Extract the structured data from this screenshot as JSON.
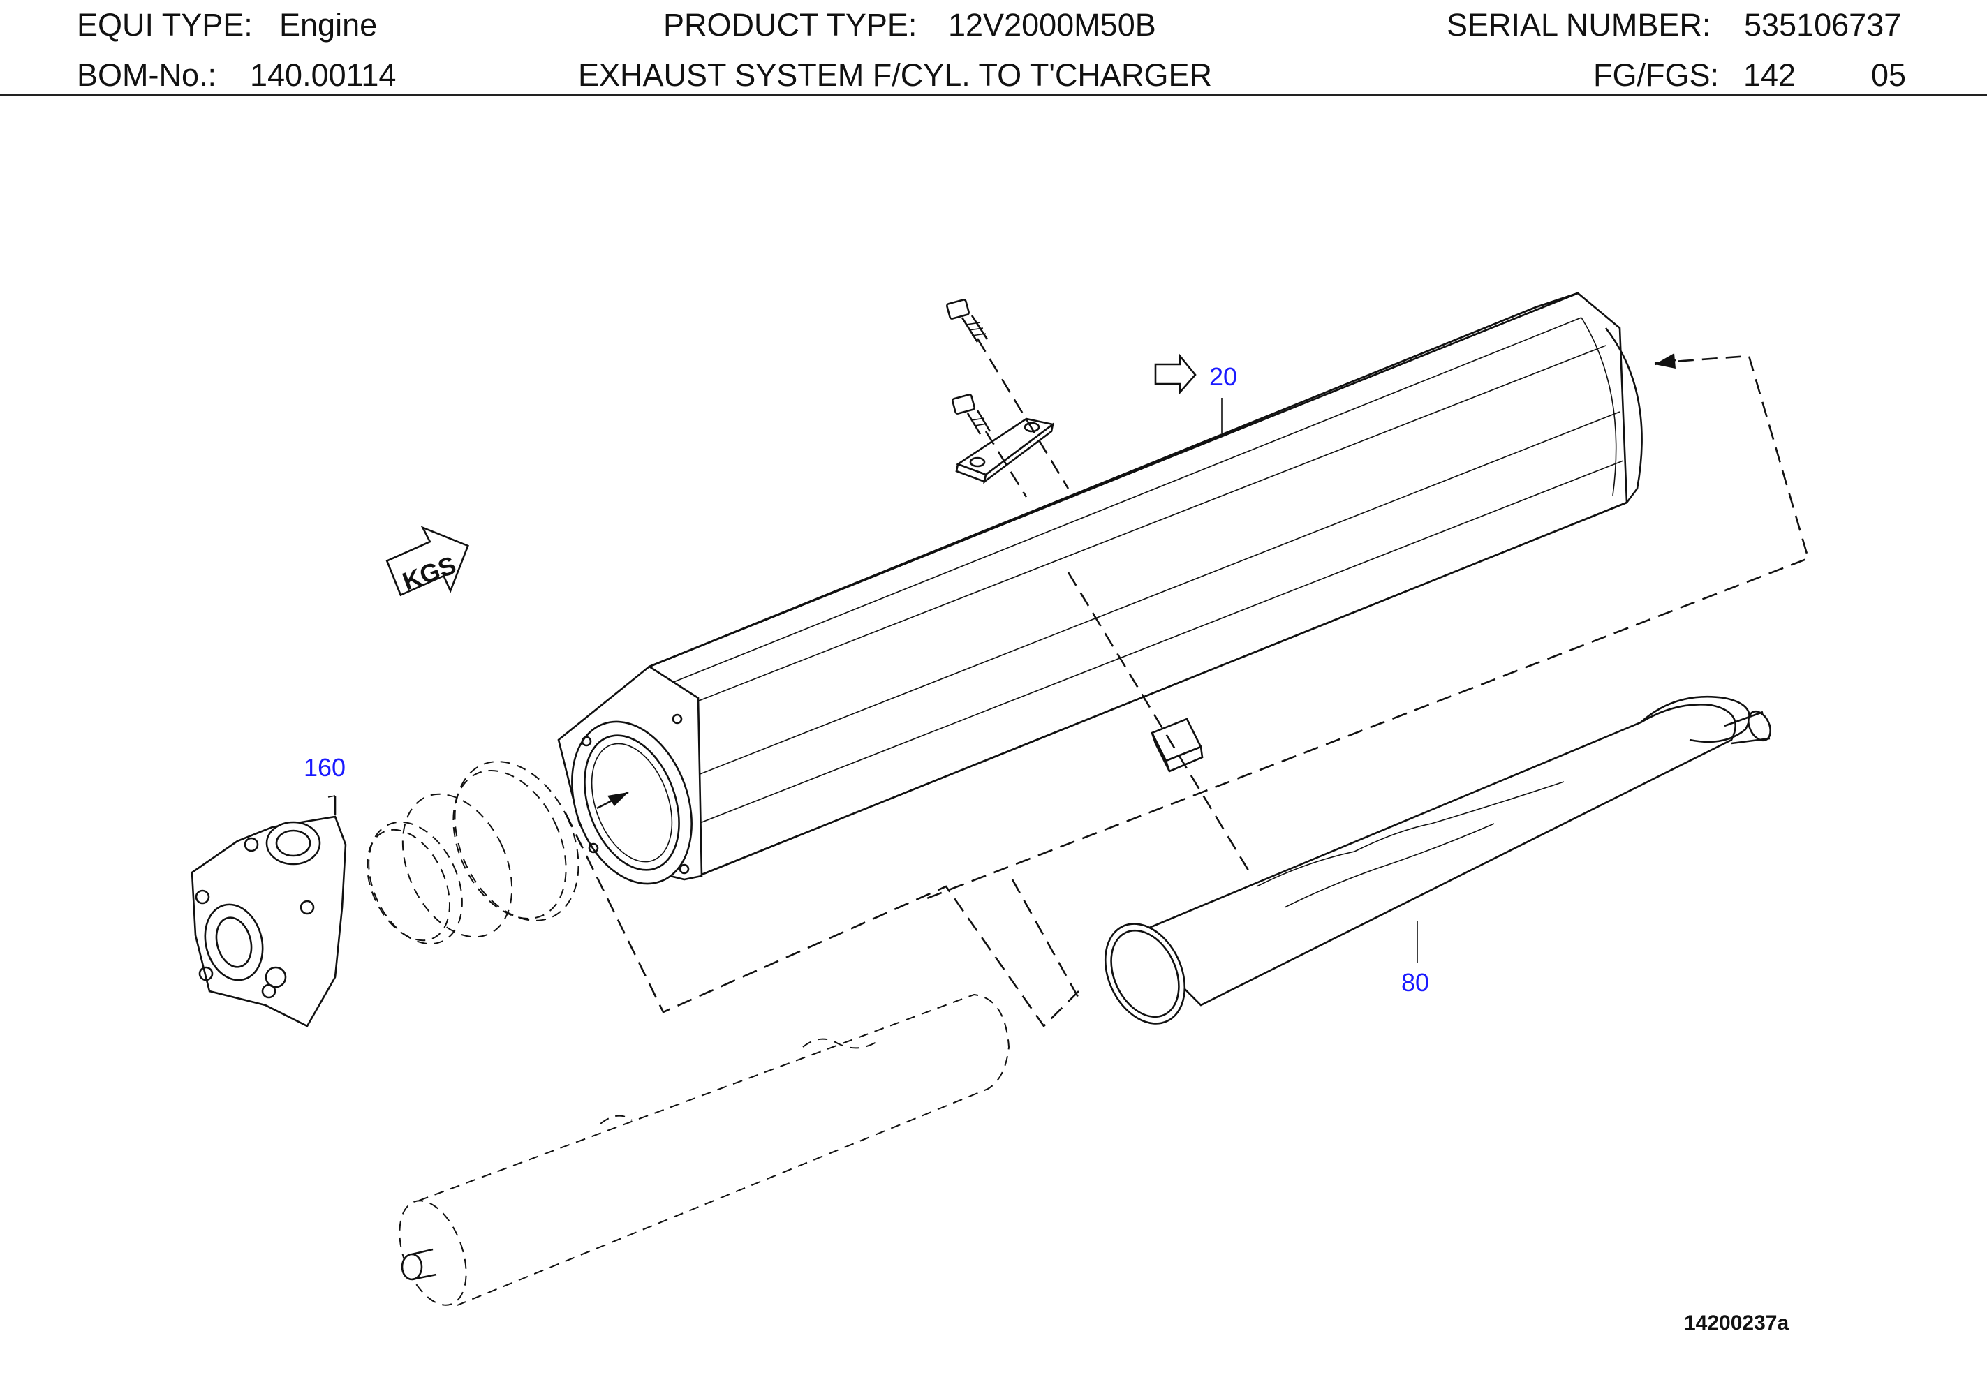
{
  "header": {
    "equi_type_label": "EQUI TYPE:",
    "equi_type_value": "Engine",
    "product_type_label": "PRODUCT TYPE:",
    "product_type_value": "12V2000M50B",
    "serial_label": "SERIAL NUMBER:",
    "serial_value": "535106737",
    "bom_label": "BOM-No.:",
    "bom_value": "140.00114",
    "description": "EXHAUST SYSTEM F/CYL. TO T'CHARGER",
    "fg_label": "FG/FGS:",
    "fg_value": "142",
    "fgs_value": "05"
  },
  "drawing": {
    "callouts": [
      "20",
      "80",
      "160"
    ],
    "kgs_label": "KGS",
    "drawing_number": "14200237a"
  },
  "colors": {
    "callout": "#1a1aff",
    "line": "#111111",
    "background": "#ffffff"
  }
}
